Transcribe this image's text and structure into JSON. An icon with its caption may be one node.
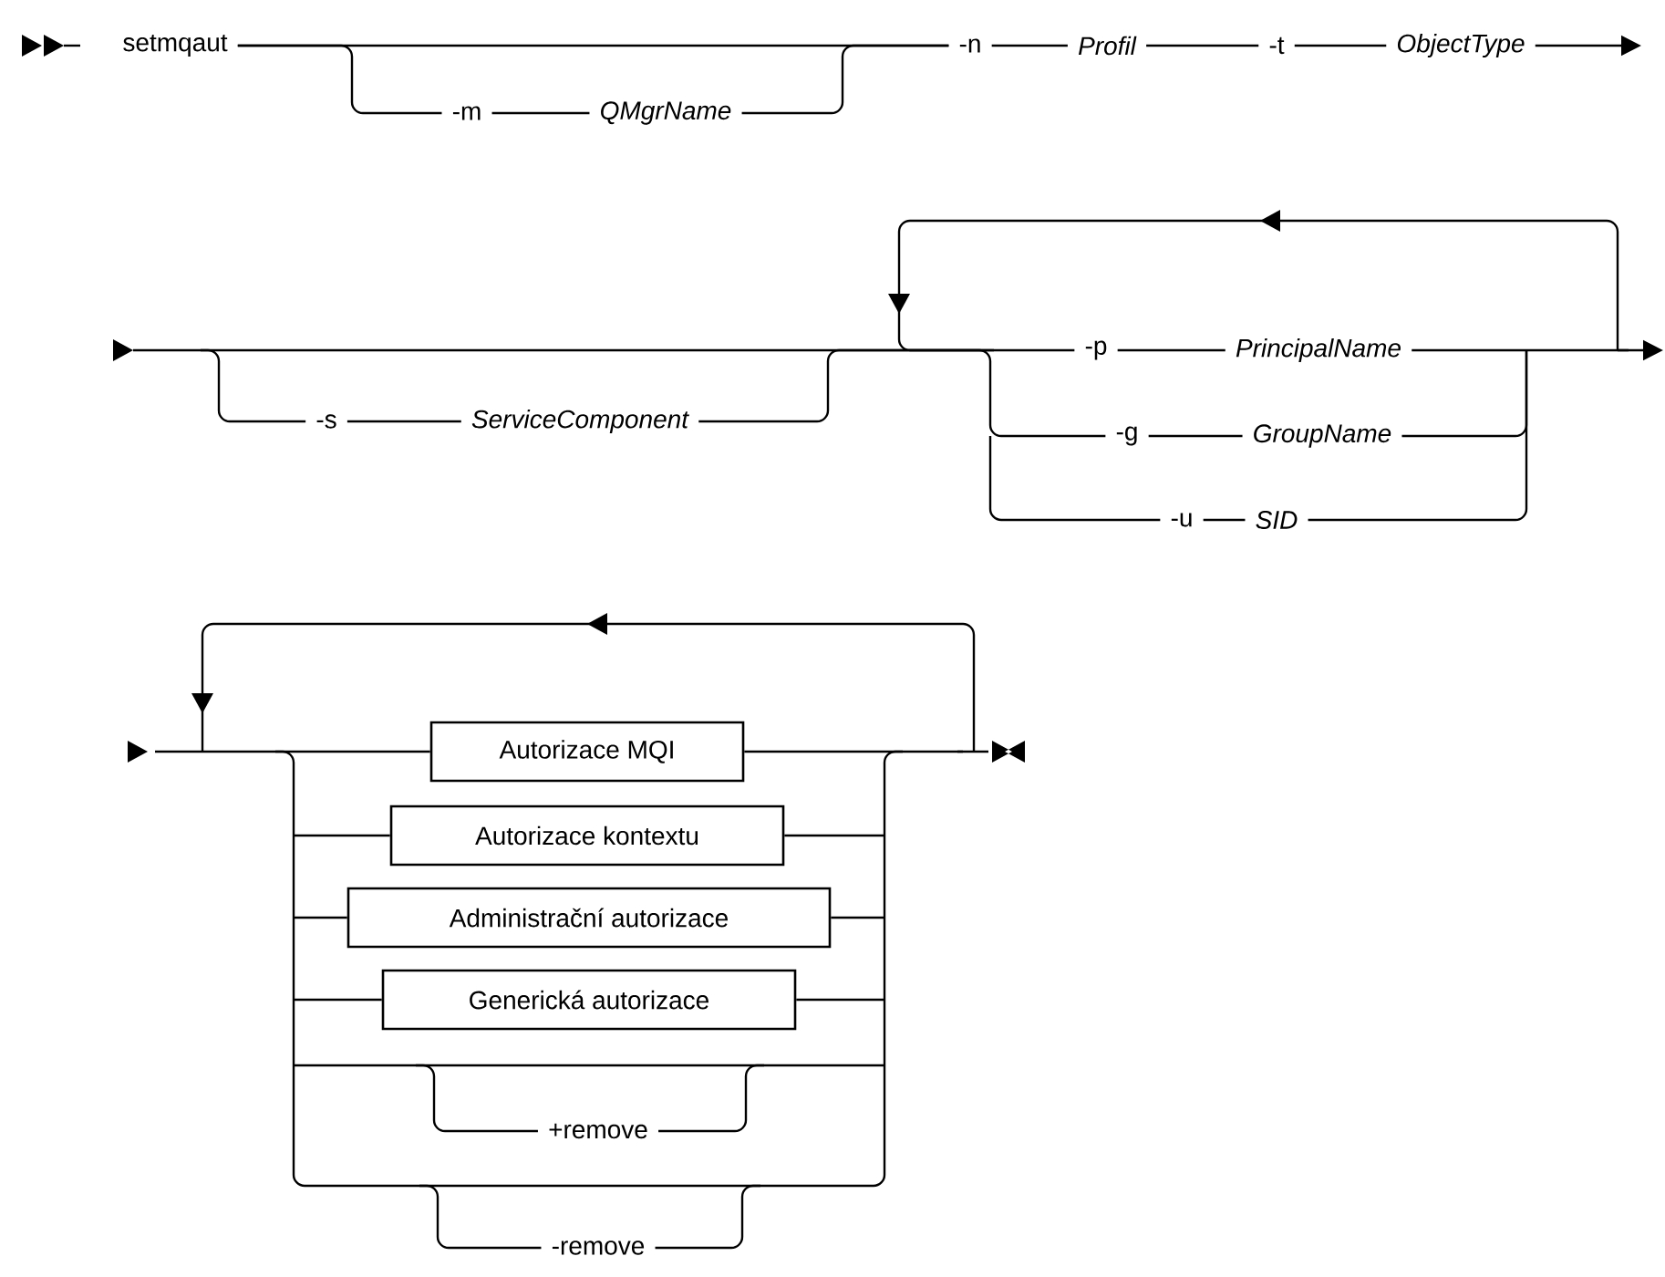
{
  "diagram": {
    "nodes": [
      {
        "text": [
          "setmqaut"
        ]
      },
      {
        "text": [
          "-m"
        ]
      },
      {
        "text": [
          "QMgrName"
        ]
      },
      {
        "text": [
          "-n"
        ]
      },
      {
        "text": [
          "Profil"
        ]
      },
      {
        "text": [
          "-t"
        ]
      },
      {
        "text": [
          "ObjectType"
        ]
      },
      {
        "text": [
          "-s"
        ]
      },
      {
        "text": [
          "ServiceComponent"
        ]
      },
      {
        "text": [
          "-p"
        ]
      },
      {
        "text": [
          "PrincipalName"
        ]
      },
      {
        "text": [
          "-g"
        ]
      },
      {
        "text": [
          "GroupName"
        ]
      },
      {
        "text": [
          "-u"
        ]
      },
      {
        "text": [
          "SID"
        ]
      },
      {
        "text": [
          "Autorizace MQI"
        ]
      },
      {
        "text": [
          "Autorizace kontextu"
        ]
      },
      {
        "text": [
          "Administrační autorizace"
        ]
      },
      {
        "text": [
          "Generická autorizace"
        ]
      },
      {
        "text": [
          "+remove"
        ]
      },
      {
        "text": [
          "-remove"
        ]
      }
    ],
    "edges": [
      {
        "from": 0,
        "to": 1,
        "arrow": "none"
      },
      {
        "from": 1,
        "to": 2,
        "arrow": "none"
      },
      {
        "from": 2,
        "to": 3,
        "arrow": "none"
      },
      {
        "from": 0,
        "to": 3,
        "arrow": "none"
      },
      {
        "from": 3,
        "to": 4,
        "arrow": "none"
      },
      {
        "from": 4,
        "to": 5,
        "arrow": "none"
      },
      {
        "from": 5,
        "to": 6,
        "arrow": "none"
      },
      {
        "from": 6,
        "to": null,
        "arrow": "to"
      },
      {
        "from": 7,
        "to": 8,
        "arrow": "none"
      },
      {
        "from": 8,
        "to": 9,
        "arrow": "none"
      },
      {
        "from": 9,
        "to": 10,
        "arrow": "none"
      },
      {
        "from": 11,
        "to": 12,
        "arrow": "none"
      },
      {
        "from": 13,
        "to": 14,
        "arrow": "none"
      },
      {
        "from": null,
        "to": 7,
        "arrow": "none"
      },
      {
        "from": 10,
        "to": null,
        "arrow": "to"
      },
      {
        "from": null,
        "to": 11,
        "arrow": "none"
      },
      {
        "from": null,
        "to": 13,
        "arrow": "none"
      },
      {
        "from": 12,
        "to": null,
        "arrow": "none"
      },
      {
        "from": 14,
        "to": null,
        "arrow": "none"
      },
      {
        "from": null,
        "to": 15,
        "arrow": "none"
      },
      {
        "from": 15,
        "to": null,
        "arrow": "none"
      },
      {
        "from": null,
        "to": 16,
        "arrow": "none"
      },
      {
        "from": 16,
        "to": null,
        "arrow": "none"
      },
      {
        "from": null,
        "to": 17,
        "arrow": "none"
      },
      {
        "from": 17,
        "to": null,
        "arrow": "none"
      },
      {
        "from": null,
        "to": 18,
        "arrow": "none"
      },
      {
        "from": 18,
        "to": null,
        "arrow": "none"
      },
      {
        "from": null,
        "to": 19,
        "arrow": "none"
      },
      {
        "from": 19,
        "to": null,
        "arrow": "none"
      },
      {
        "from": null,
        "to": 20,
        "arrow": "none"
      },
      {
        "from": 20,
        "to": null,
        "arrow": "none"
      }
    ]
  }
}
